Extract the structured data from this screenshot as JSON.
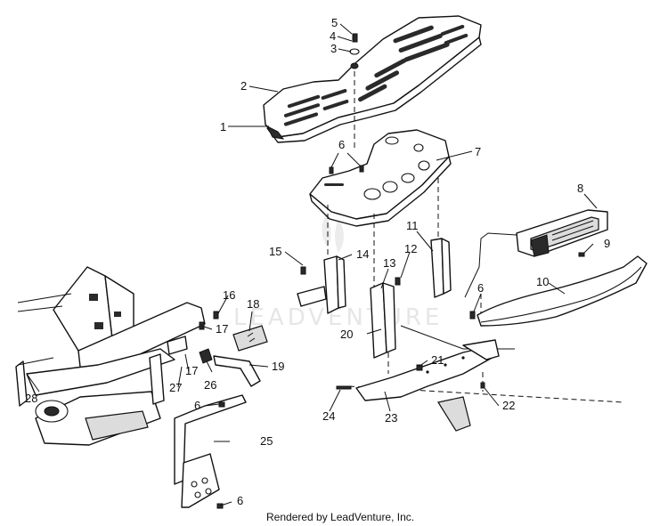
{
  "diagram": {
    "callouts": {
      "c1": "1",
      "c2": "2",
      "c3": "3",
      "c4": "4",
      "c5": "5",
      "c6a": "6",
      "c6b": "6",
      "c6c": "6",
      "c6d": "6",
      "c7": "7",
      "c8": "8",
      "c9": "9",
      "c10": "10",
      "c11": "11",
      "c12": "12",
      "c13": "13",
      "c14": "14",
      "c15": "15",
      "c16": "16",
      "c17a": "17",
      "c17b": "17",
      "c18": "18",
      "c19": "19",
      "c20": "20",
      "c21": "21",
      "c22": "22",
      "c23": "23",
      "c24": "24",
      "c25": "25",
      "c26": "26",
      "c27": "27",
      "c28": "28"
    },
    "watermark": "LEADVENTURE",
    "credit": "Rendered by LeadVenture, Inc."
  }
}
